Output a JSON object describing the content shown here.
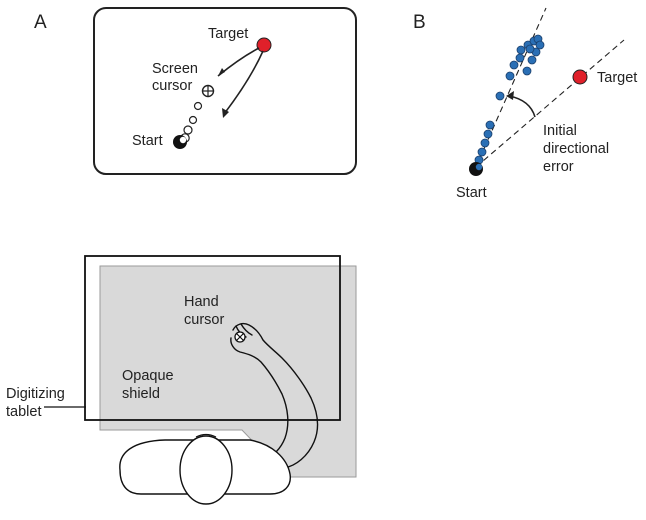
{
  "panel_a": {
    "letter": "A",
    "target_label": "Target",
    "screen_cursor_label_line1": "Screen",
    "screen_cursor_label_line2": "cursor",
    "start_label": "Start",
    "target_color": "#e0202a"
  },
  "panel_b": {
    "letter": "B",
    "target_label": "Target",
    "start_label": "Start",
    "error_label_line1": "Initial",
    "error_label_line2": "directional",
    "error_label_line3": "error",
    "target_color": "#e0202a",
    "trajectory_color": "#2a6fb5"
  },
  "setup": {
    "hand_cursor_line1": "Hand",
    "hand_cursor_line2": "cursor",
    "shield_line1": "Opaque",
    "shield_line2": "shield",
    "tablet_line1": "Digitizing",
    "tablet_line2": "tablet",
    "shield_color": "#d9d9d9"
  }
}
